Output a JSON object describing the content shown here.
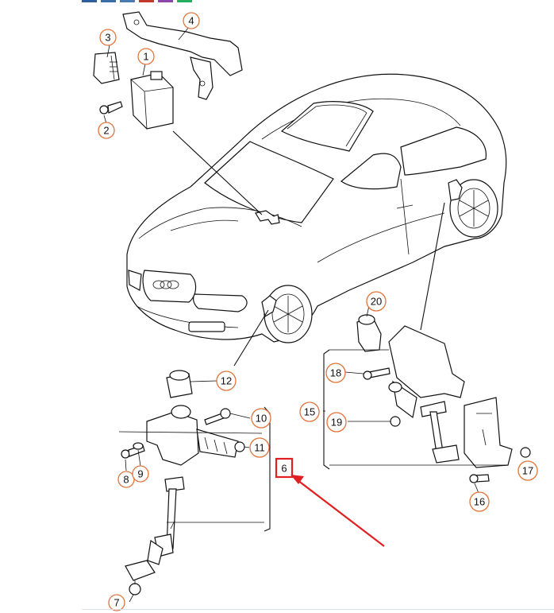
{
  "diagram": {
    "callouts": [
      {
        "id": "c1",
        "label": "1"
      },
      {
        "id": "c2",
        "label": "2"
      },
      {
        "id": "c3",
        "label": "3"
      },
      {
        "id": "c4",
        "label": "4"
      },
      {
        "id": "c7",
        "label": "7"
      },
      {
        "id": "c8",
        "label": "8"
      },
      {
        "id": "c9",
        "label": "9"
      },
      {
        "id": "c10",
        "label": "10"
      },
      {
        "id": "c11",
        "label": "11"
      },
      {
        "id": "c12",
        "label": "12"
      },
      {
        "id": "c15",
        "label": "15"
      },
      {
        "id": "c16",
        "label": "16"
      },
      {
        "id": "c17",
        "label": "17"
      },
      {
        "id": "c18",
        "label": "18"
      },
      {
        "id": "c19",
        "label": "19"
      },
      {
        "id": "c20",
        "label": "20"
      }
    ],
    "highlighted_label": "6",
    "colors": {
      "callout_ring": "#e0743a",
      "highlight": "#e02020",
      "line": "#111111",
      "tabs": [
        "#2f5f9e",
        "#3b6ea8",
        "#4a7bb3",
        "#c0392b",
        "#8e44ad",
        "#27ae60"
      ]
    }
  }
}
